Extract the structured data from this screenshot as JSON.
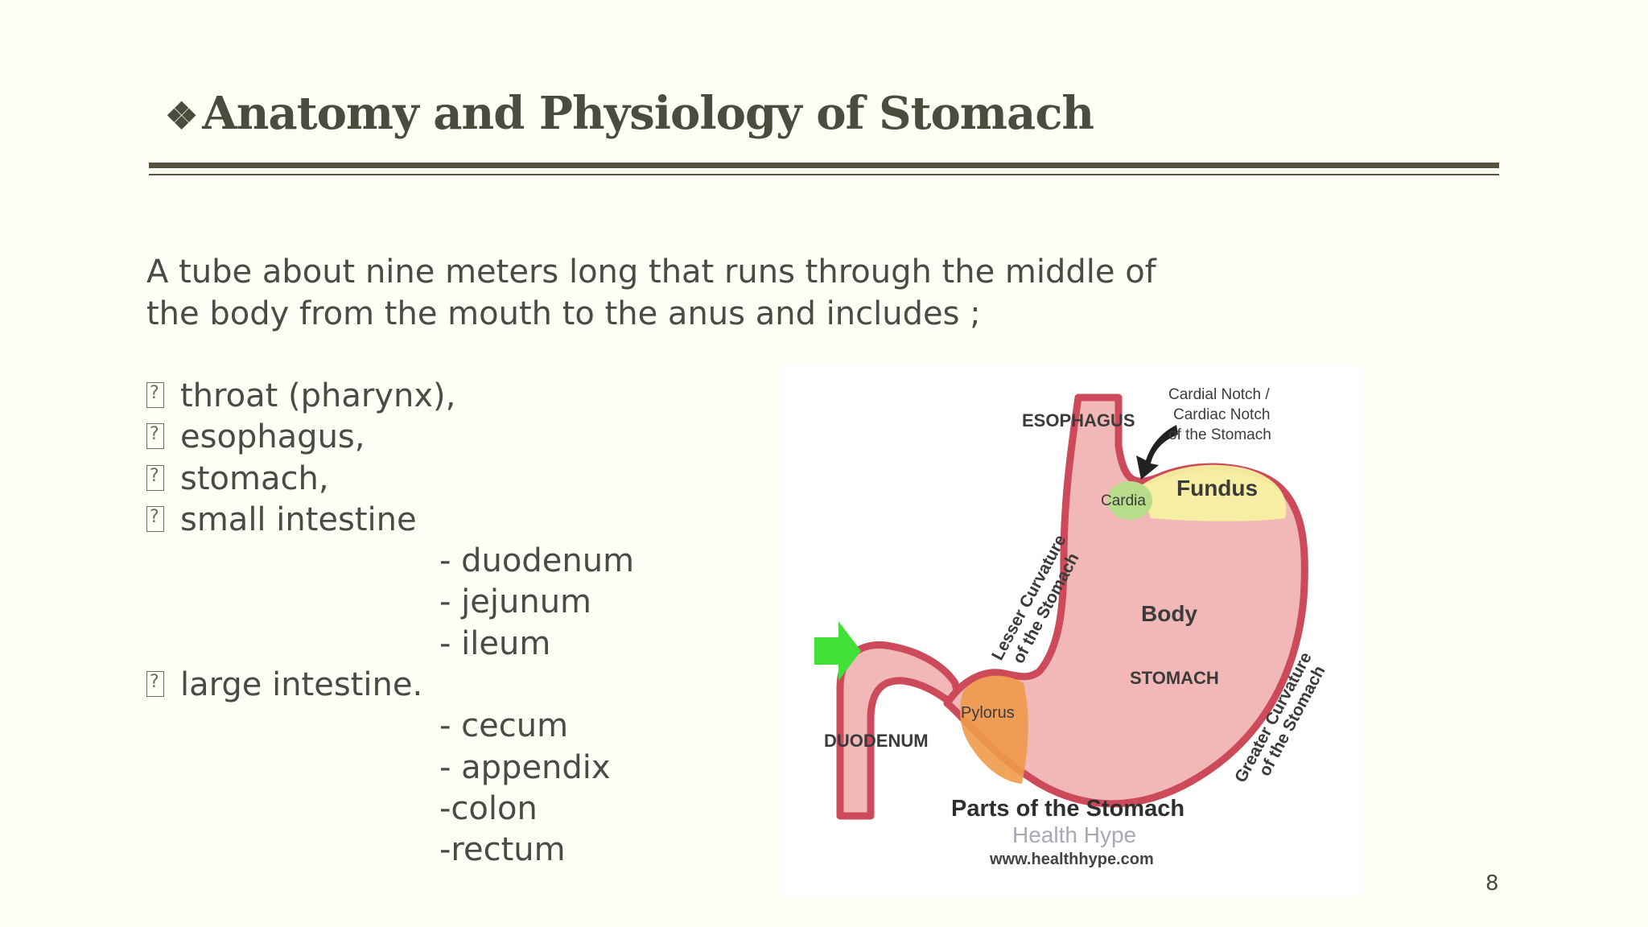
{
  "slide": {
    "title_bullet": "❖",
    "title": "Anatomy and Physiology of Stomach",
    "intro_line1": "A tube about nine meters long that runs through the middle of",
    "intro_line2": "the body from the mouth to the anus and includes ;",
    "list": [
      {
        "text": "throat (pharynx),"
      },
      {
        "text": "esophagus,"
      },
      {
        "text": "stomach,"
      },
      {
        "text": "small intestine"
      },
      {
        "text": "- duodenum"
      },
      {
        "text": "- jejunum"
      },
      {
        "text": "- ileum"
      },
      {
        "text": "large intestine."
      },
      {
        "text": "- cecum"
      },
      {
        "text": "- appendix"
      },
      {
        "text": "-colon"
      },
      {
        "text": "-rectum"
      }
    ],
    "page_number": "8"
  },
  "figure": {
    "labels": {
      "esophagus": "ESOPHAGUS",
      "cardial_notch_1": "Cardial Notch /",
      "cardial_notch_2": "Cardiac Notch",
      "cardial_notch_3": "of the Stomach",
      "fundus": "Fundus",
      "cardia": "Cardia",
      "lesser_curvature_1": "Lesser Curvature",
      "lesser_curvature_2": "of the Stomach",
      "body": "Body",
      "stomach": "STOMACH",
      "greater_curvature_1": "Greater Curvature",
      "greater_curvature_2": "of the Stomach",
      "pylorus": "Pylorus",
      "duodenum": "DUODENUM",
      "caption": "Parts of the Stomach",
      "brand": "Health Hype",
      "url": "www.healthhype.com"
    },
    "colors": {
      "wall": "#cc4a5a",
      "fill": "#f2b8b8",
      "fundus": "#f6f0a0",
      "cardia": "#b7dc8a",
      "pylorus": "#ee9a4a",
      "arrow": "#44e03a"
    }
  }
}
